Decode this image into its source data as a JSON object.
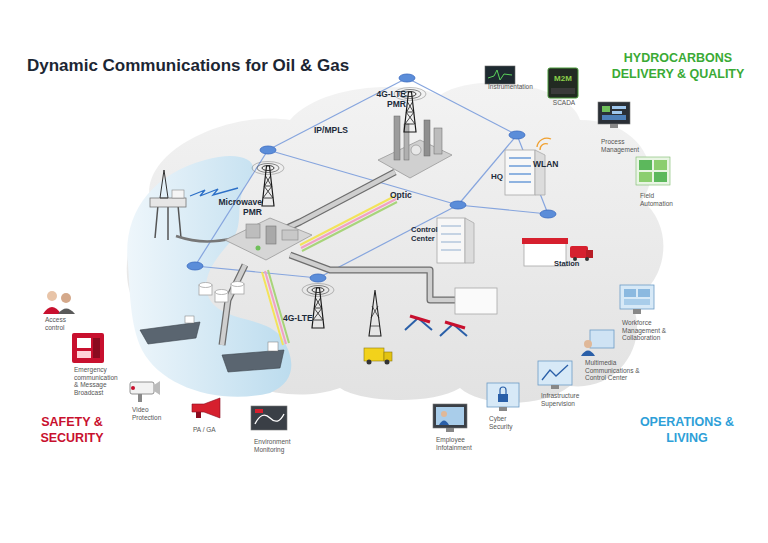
{
  "diagram": {
    "title": "Dynamic Communications for Oil & Gas",
    "nodes": [
      {
        "text": [
          "Instrumentation"
        ]
      },
      {
        "text": [
          "M2M",
          "SCADA"
        ]
      },
      {
        "text": [
          "Process Management"
        ]
      },
      {
        "text": [
          "Field Automation"
        ]
      },
      {
        "text": [
          "Access control"
        ]
      },
      {
        "text": [
          "Emergency communication & Message Broadcast"
        ]
      },
      {
        "text": [
          "Video Protection"
        ]
      },
      {
        "text": [
          "PA / GA"
        ]
      },
      {
        "text": [
          "Environment Monitoring"
        ]
      },
      {
        "text": [
          "Workforce Management & Collaboration"
        ]
      },
      {
        "text": [
          "Multimedia Communications & Control Center"
        ]
      },
      {
        "text": [
          "Infrastructure Supervision"
        ]
      },
      {
        "text": [
          "Cyber Security"
        ]
      },
      {
        "text": [
          "Employee Infotainment"
        ]
      }
    ],
    "labels": [
      "IP/MPLS",
      "4G-LTE PMR",
      "Microwave PMR",
      "Optic",
      "WLAN",
      "HQ",
      "Control Center",
      "Station",
      "4G-LTE",
      "HYDROCARBONS DELIVERY & QUALITY",
      "SAFETY & SECURITY",
      "OPERATIONS & LIVING"
    ]
  }
}
